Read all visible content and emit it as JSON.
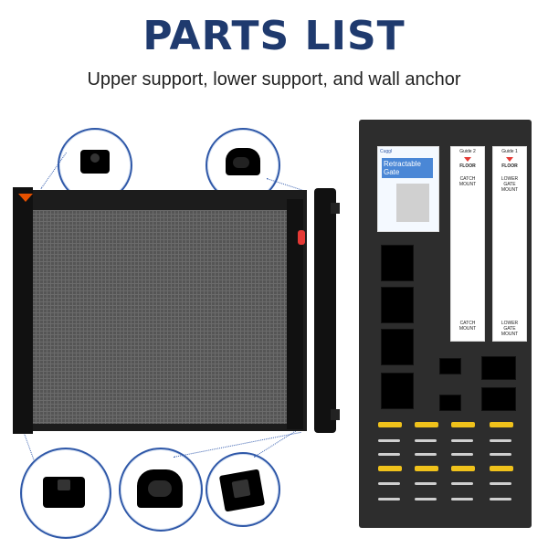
{
  "header": {
    "title": "PARTS LIST",
    "subtitle": "Upper support, lower support, and wall anchor"
  },
  "box": {
    "brand": "Cuggl",
    "product_title": "Retractable Gate"
  },
  "guides": [
    {
      "label": "Guide 2",
      "floor_label": "FLOOR",
      "top_text": "CATCH MOUNT",
      "bottom_text": "CATCH MOUNT"
    },
    {
      "label": "Guide 1",
      "floor_label": "FLOOR",
      "top_text": "LOWER GATE MOUNT",
      "bottom_text": "LOWER GATE MOUNT"
    }
  ],
  "colors": {
    "title": "#1f3a6e",
    "circle_border": "#2f58a8",
    "panel": "#2d2d2d",
    "anchor": "#f0c21b",
    "screw": "#cfcfcf",
    "arrow": "#e53935"
  },
  "icons": {
    "upper_support": "upper-support-bracket-icon",
    "lower_support": "lower-support-bracket-icon",
    "wall_anchor": "wall-anchor-icon"
  }
}
